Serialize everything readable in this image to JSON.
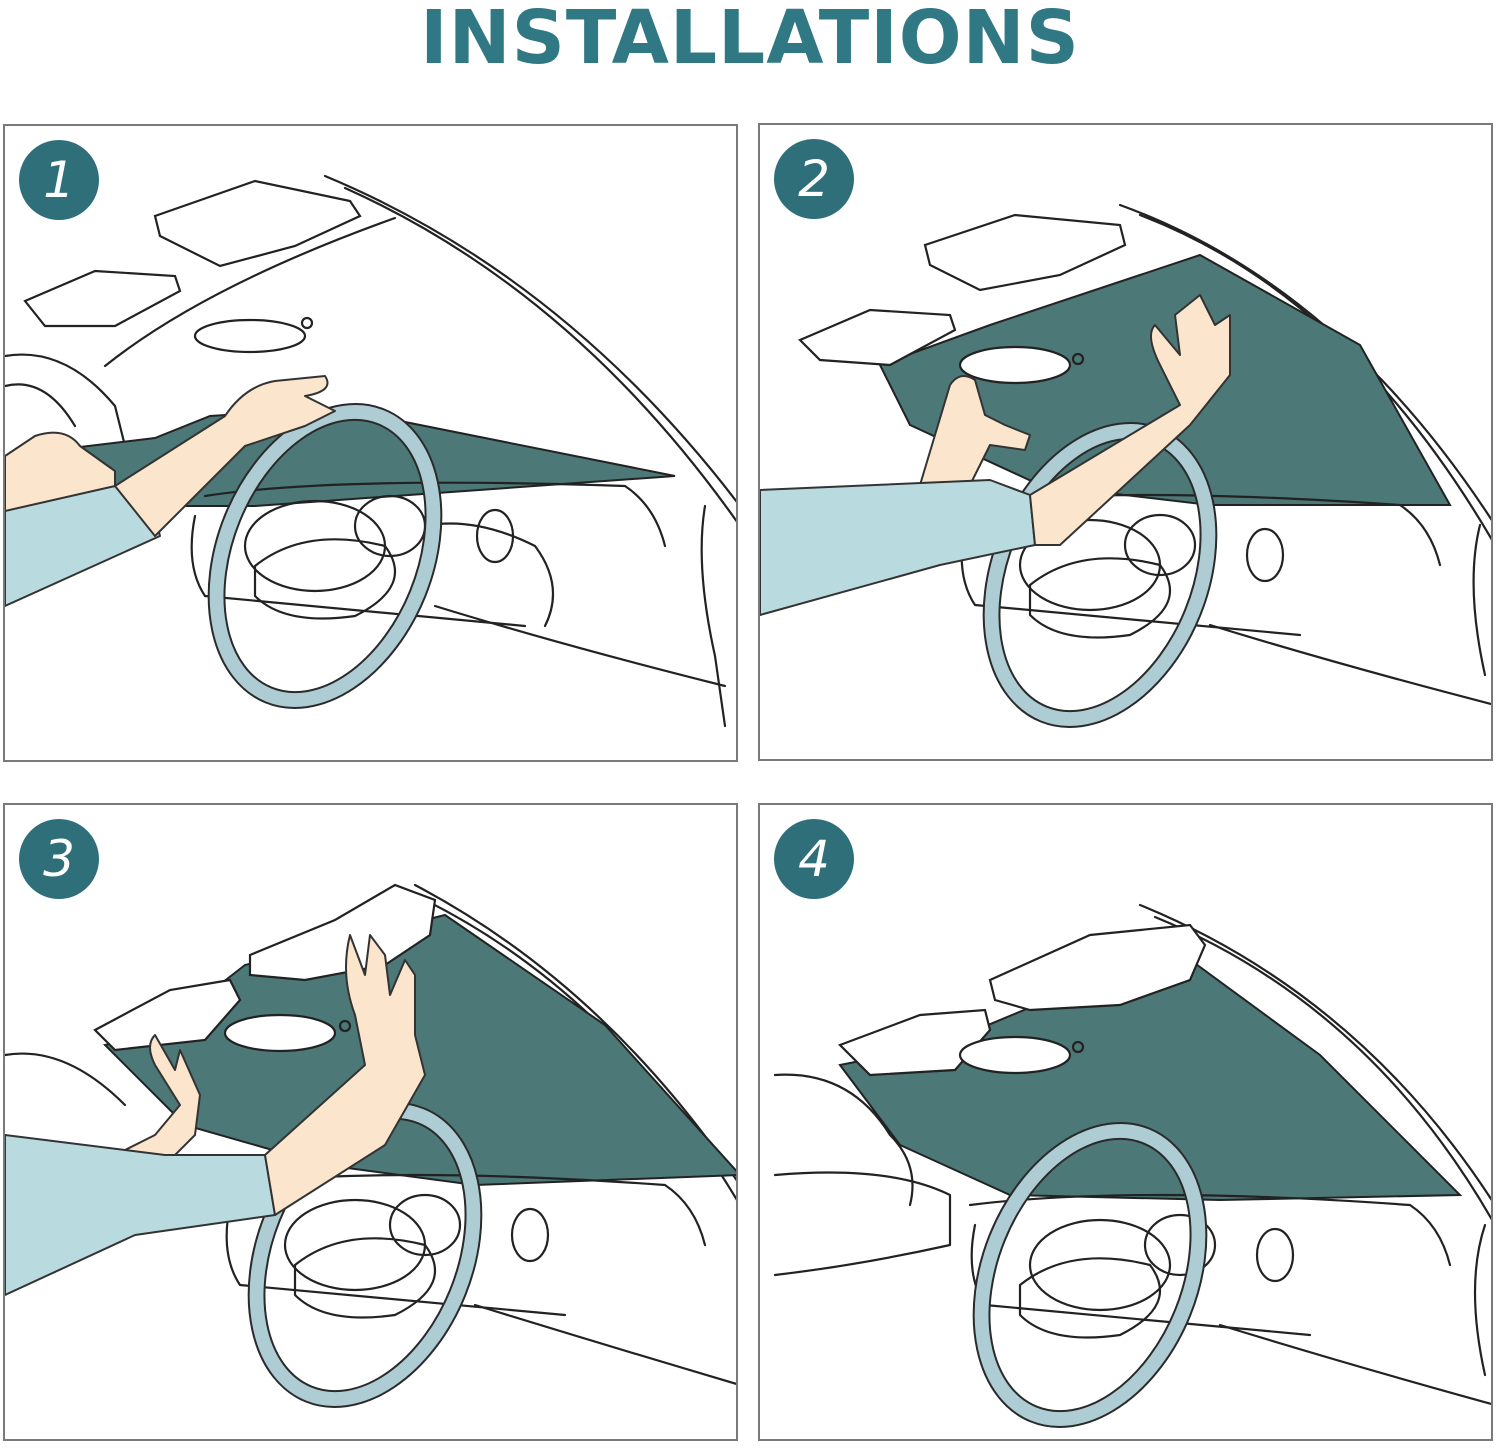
{
  "title": "INSTALLATIONS",
  "colors": {
    "accent": "#2f7884",
    "shade": "#4c7878",
    "sleeve": "#b9dbe0",
    "skin": "#fbe6cd",
    "wheel": "#adccd3"
  },
  "steps": [
    {
      "number": "1"
    },
    {
      "number": "2"
    },
    {
      "number": "3"
    },
    {
      "number": "4"
    }
  ]
}
